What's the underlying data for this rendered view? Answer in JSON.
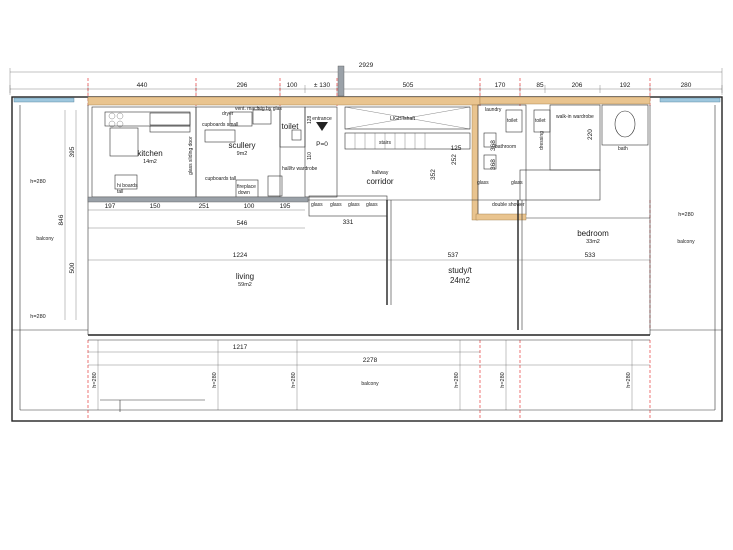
{
  "rooms": {
    "kitchen": {
      "name": "kitchen",
      "area": "14m2"
    },
    "scullery": {
      "name": "scullery",
      "area": "9m2"
    },
    "toilet": {
      "name": "toilet"
    },
    "entrance": {
      "name": "entrance"
    },
    "lightshaft": {
      "name": "LIGHTshaft"
    },
    "stairs": {
      "name": "stairs"
    },
    "corridor": {
      "name": "corridor",
      "annotation": "hallway"
    },
    "bathroom": {
      "name": "bathroom"
    },
    "laundry": {
      "name": "laundry"
    },
    "walkin": {
      "name": "walk-in wardrobe"
    },
    "bath": {
      "name": "bath"
    },
    "living": {
      "name": "living",
      "area": "59m2"
    },
    "study": {
      "name": "study",
      "suffix": "/t",
      "area": "24m2"
    },
    "bedroom": {
      "name": "bedroom",
      "area": "33m2"
    },
    "balcony_left": {
      "name": "balcony"
    },
    "balcony_right": {
      "name": "balcony"
    },
    "balcony_bottom": {
      "name": "balcony"
    }
  },
  "labels": {
    "p0": "P=0",
    "dryer": "dryer",
    "vent_mach": "vent. mach.",
    "stg_by_glas": "stg by glas",
    "cupboards_small": "cupboards small",
    "hall_wardrobe": "hall/tv wardrobe",
    "fireplace": "fireplace",
    "fireplace_sub": "down",
    "cupboards_tall": "cupboards tall",
    "hi_boards": "hi boards",
    "hi_boards_sub": "tall",
    "glass_sliding": "glass sliding door",
    "glass": "glass",
    "double_shower": "double shower",
    "wc": "toilet",
    "dressing": "dressing",
    "dim_128": "128",
    "dim_110": "110"
  },
  "dimensions": {
    "overall": "2929",
    "top": [
      "440",
      "296",
      "100",
      "± 130",
      "505",
      "170",
      "85",
      "206",
      "192",
      "280"
    ],
    "kitchen_row": [
      "197",
      "150",
      "251",
      "100",
      "195"
    ],
    "d546": "546",
    "d331": "331",
    "d395": "395",
    "d846": "846",
    "d500": "500",
    "d125": "125",
    "d352": "352",
    "d252": "252",
    "d368a": "368",
    "d368b": "368",
    "d220": "220",
    "d1224": "1224",
    "d537": "537",
    "d533": "533",
    "d1217": "1217",
    "d2278": "2278",
    "heights": [
      "h=280",
      "h=280",
      "h=280",
      "h=280",
      "h=280",
      "h=280",
      "h=280",
      "h=280",
      "h=280"
    ]
  }
}
